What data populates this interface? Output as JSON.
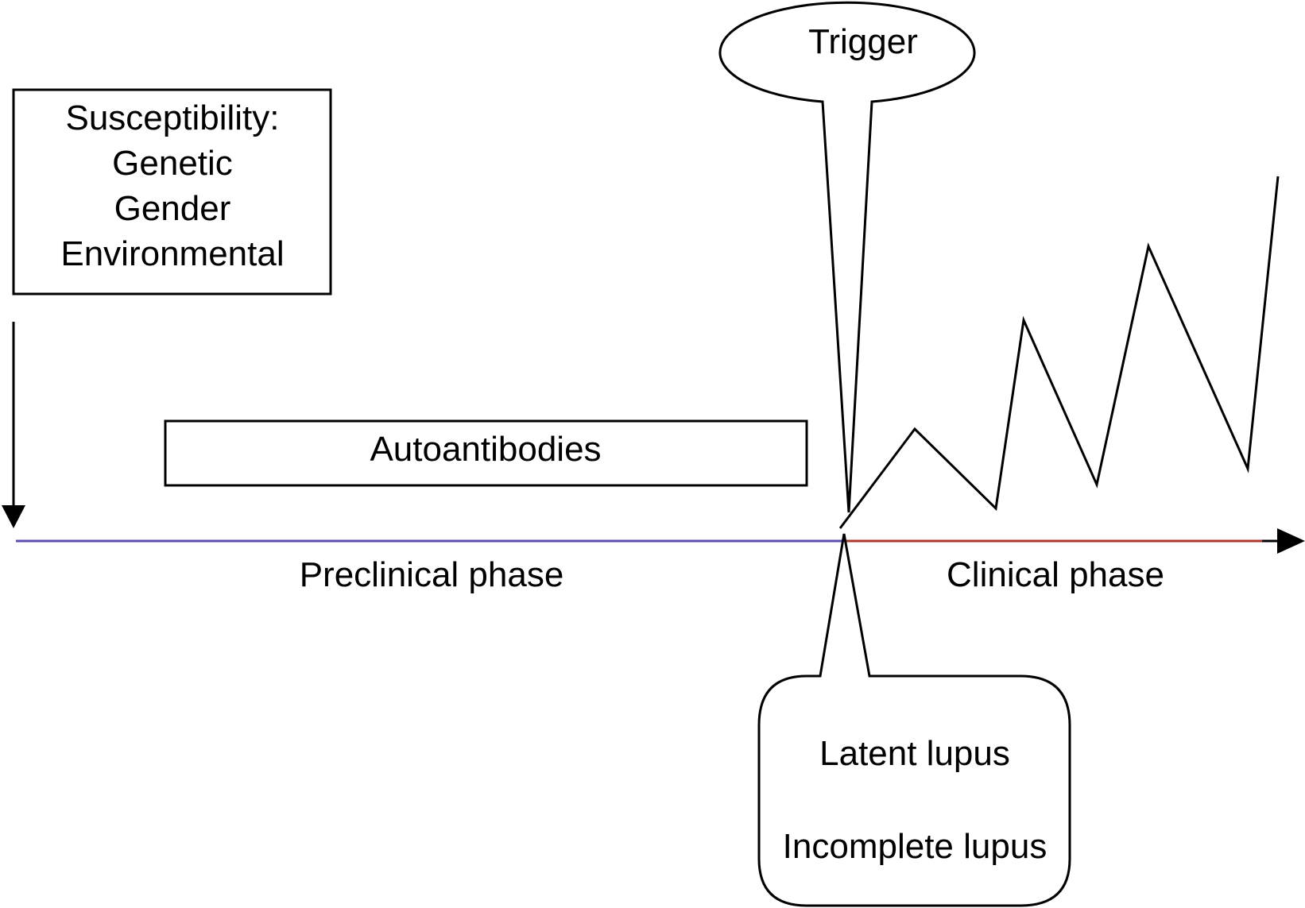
{
  "susceptibility": {
    "title": "Susceptibility:",
    "items": [
      "Genetic",
      "Gender",
      "Environmental"
    ]
  },
  "autoantibodies": "Autoantibodies",
  "trigger": "Trigger",
  "timeline": {
    "preclinical_label": "Preclinical phase",
    "clinical_label": "Clinical phase",
    "preclinical_color": "#5a4fb0",
    "clinical_color": "#b0352b"
  },
  "latent_box": {
    "line1": "Latent lupus",
    "line2": "Incomplete lupus"
  }
}
